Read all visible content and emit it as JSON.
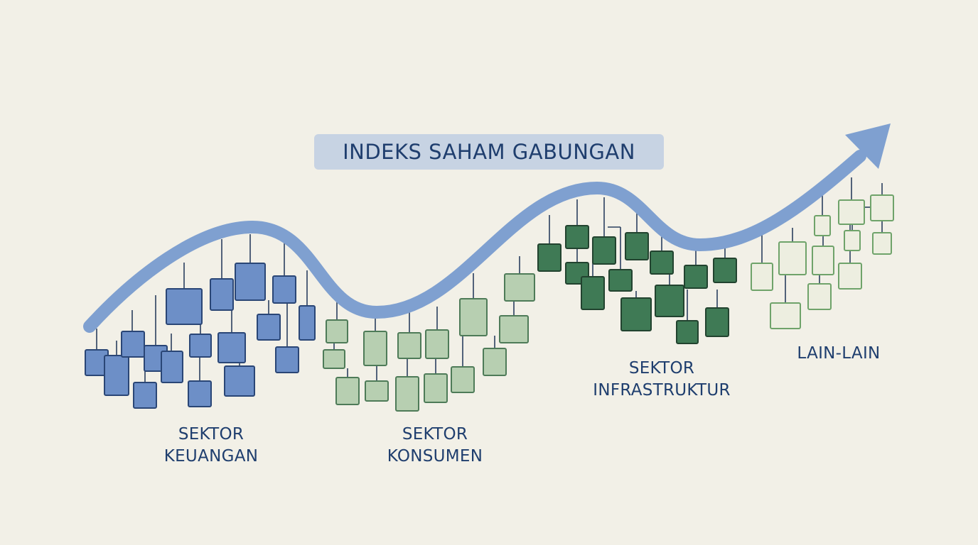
{
  "title": "INDEKS SAHAM GABUNGAN",
  "sectors": [
    {
      "id": "keuangan",
      "lines": [
        "SEKTOR",
        "KEUANGAN"
      ],
      "fill": "#6d8fc7",
      "stroke": "#2a4676"
    },
    {
      "id": "konsumen",
      "lines": [
        "SEKTOR",
        "KONSUMEN"
      ],
      "fill": "#b7cfb1",
      "stroke": "#4e7b58"
    },
    {
      "id": "infrastruktur",
      "lines": [
        "SEKTOR",
        "INFRASTRUKTUR"
      ],
      "fill": "#3f7a55",
      "stroke": "#22432f"
    },
    {
      "id": "lain-lain",
      "lines": [
        "LAIN-LAIN"
      ],
      "fill": "#edeee0",
      "stroke": "#6fa36a"
    }
  ],
  "colors": {
    "background": "#f2f0e7",
    "trend_arrow": "#7fa0d0",
    "title_box": "#c7d3e3",
    "text": "#1f3e6e",
    "connector": "#2a3f5e"
  },
  "trend_direction": "up"
}
